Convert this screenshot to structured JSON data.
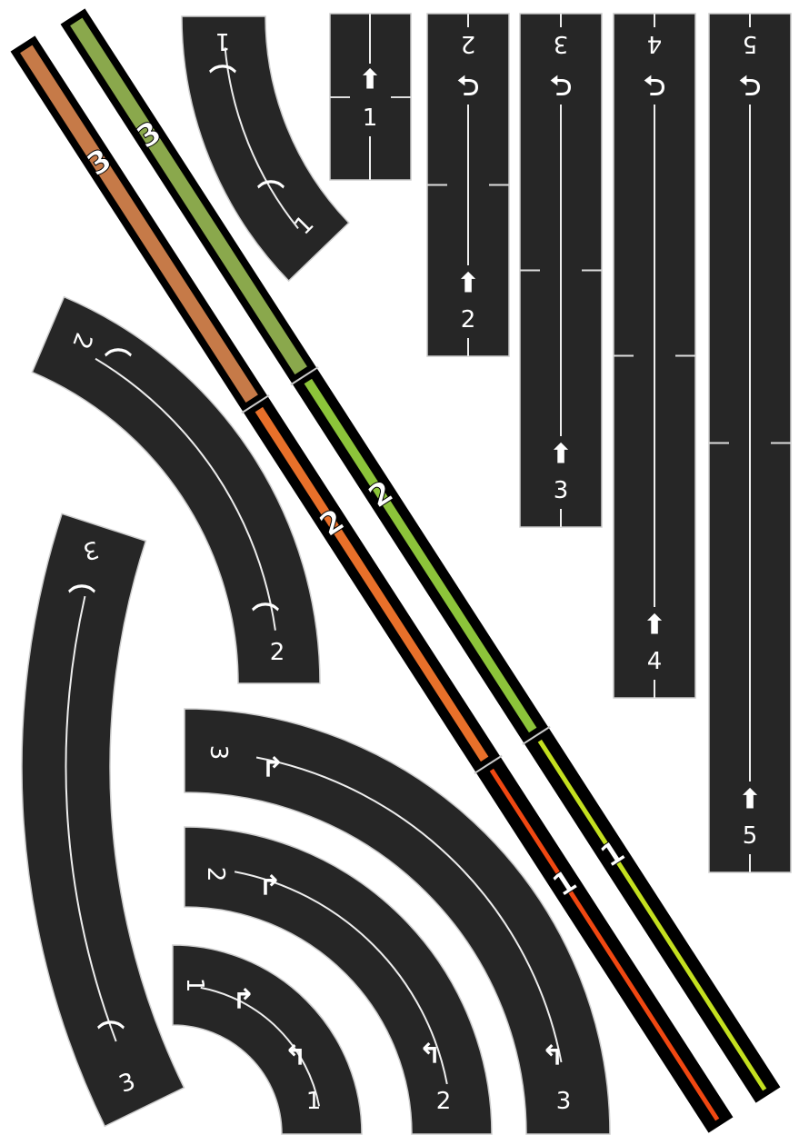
{
  "straights": [
    {
      "label": "1",
      "turn_icon": "arrow-up-icon"
    },
    {
      "label": "2",
      "turn_icon": "u-turn-icon"
    },
    {
      "label": "3",
      "turn_icon": "u-turn-icon"
    },
    {
      "label": "4",
      "turn_icon": "u-turn-icon"
    },
    {
      "label": "5",
      "turn_icon": "u-turn-icon"
    }
  ],
  "curves": [
    {
      "label": "1"
    },
    {
      "label": "2"
    },
    {
      "label": "3"
    }
  ],
  "quarter_rings": [
    {
      "label": "1"
    },
    {
      "label": "2"
    },
    {
      "label": "3"
    }
  ],
  "diagonal_strips": [
    {
      "name": "orange",
      "segments": [
        {
          "label": "3",
          "color": "#c67a48"
        },
        {
          "label": "2",
          "color": "#e8702a"
        },
        {
          "label": "1",
          "color": "#f04812"
        }
      ]
    },
    {
      "name": "green",
      "segments": [
        {
          "label": "3",
          "color": "#8aa84c"
        },
        {
          "label": "2",
          "color": "#8cc43a"
        },
        {
          "label": "1",
          "color": "#c4e020"
        }
      ]
    }
  ]
}
